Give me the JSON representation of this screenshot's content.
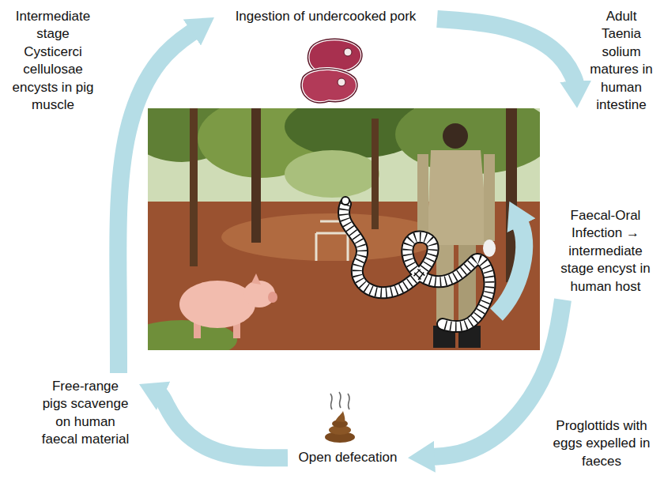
{
  "diagram": {
    "nodes": [
      {
        "text": [
          "Intermediate stage Cysticerci cellulosae encysts in pig muscle"
        ]
      },
      {
        "text": [
          "Ingestion of undercooked pork"
        ]
      },
      {
        "text": [
          "Adult Taenia solium matures in human intestine"
        ]
      },
      {
        "text": [
          "Faecal-Oral Infection → intermediate stage encyst in human host"
        ]
      },
      {
        "text": [
          "Proglottids with eggs expelled in faeces"
        ]
      },
      {
        "text": [
          "Open defecation"
        ]
      },
      {
        "text": [
          "Free-range pigs scavenge on human faecal material"
        ]
      }
    ],
    "edges": [
      {
        "from": 1,
        "to": 2,
        "arrow": "to"
      },
      {
        "from": 3,
        "to": 5,
        "arrow": "to"
      },
      {
        "from": 5,
        "to": 6,
        "arrow": "to"
      },
      {
        "from": 6,
        "to": 1,
        "arrow": "to"
      }
    ]
  }
}
